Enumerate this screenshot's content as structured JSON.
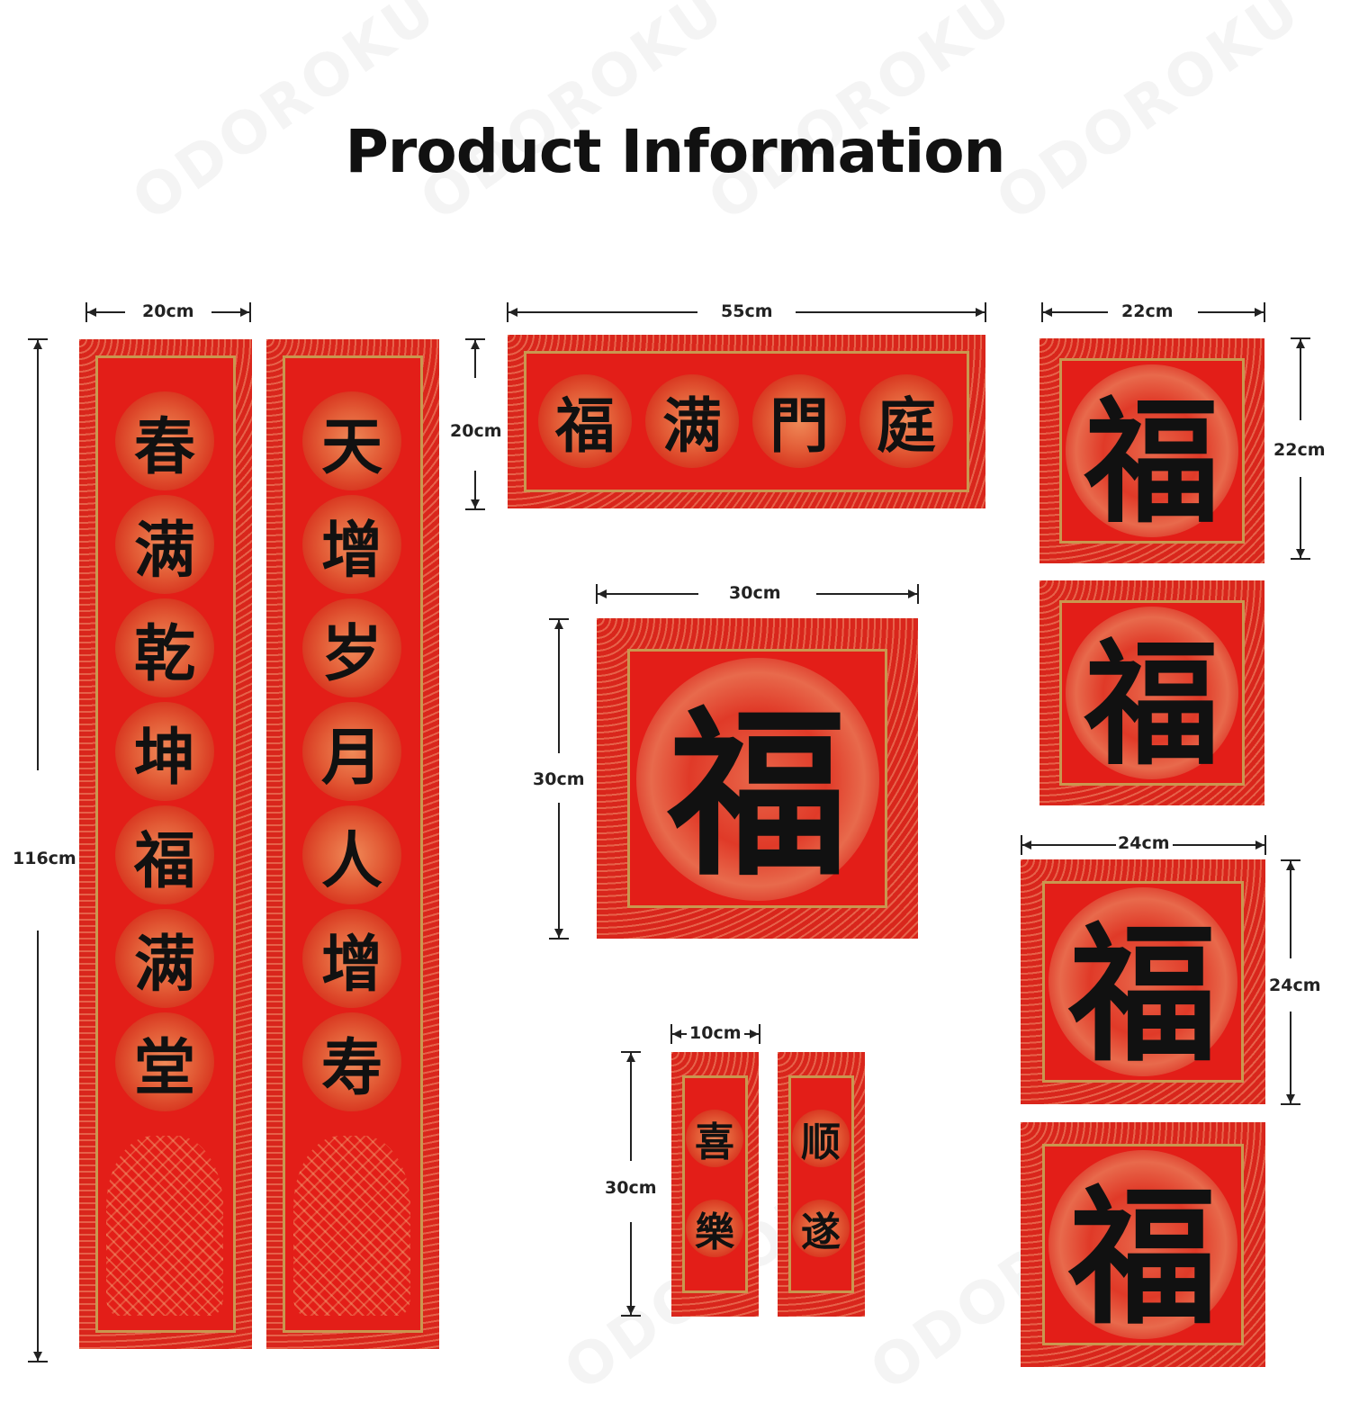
{
  "title": "Product Information",
  "watermark": "ODOROKU",
  "colors": {
    "red": "#e31e18",
    "border_red": "#d9261c",
    "gold": "#c9974f",
    "ink": "#111111"
  },
  "couplets": {
    "left_chars": [
      "春",
      "满",
      "乾",
      "坤",
      "福",
      "满",
      "堂"
    ],
    "right_chars": [
      "天",
      "增",
      "岁",
      "月",
      "人",
      "增",
      "寿"
    ],
    "width_label": "20cm",
    "height_label": "116cm"
  },
  "horizontal_banner": {
    "chars": [
      "福",
      "满",
      "門",
      "庭"
    ],
    "width_label": "55cm",
    "height_label": "20cm"
  },
  "fu_30": {
    "char": "福",
    "width_label": "30cm",
    "height_label": "30cm"
  },
  "fu_22": {
    "char": "福",
    "width_label": "22cm",
    "height_label": "22cm"
  },
  "fu_24": {
    "char": "福",
    "width_label": "24cm",
    "height_label": "24cm"
  },
  "small_couplets": {
    "left_chars": [
      "喜",
      "樂"
    ],
    "right_chars": [
      "顺",
      "遂"
    ],
    "width_label": "10cm",
    "height_label": "30cm"
  }
}
